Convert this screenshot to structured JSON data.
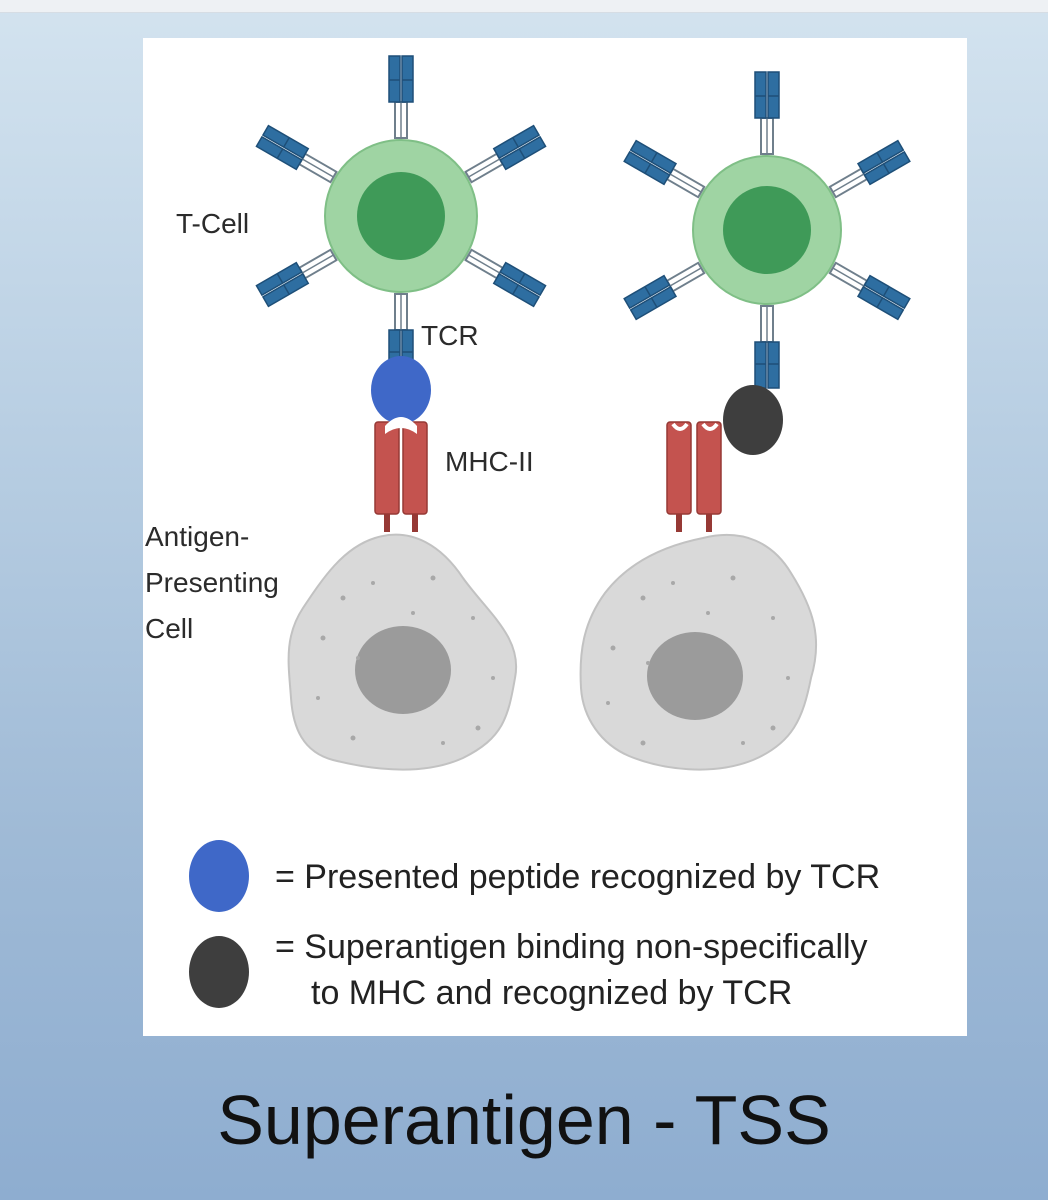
{
  "diagram": {
    "labels": {
      "t_cell": "T-Cell",
      "tcr": "TCR",
      "mhc": "MHC-II",
      "apc": [
        "Antigen-",
        "Presenting",
        "Cell"
      ]
    },
    "legend": [
      {
        "symbol": "blue-oval",
        "lines": [
          "= Presented peptide recognized by TCR"
        ]
      },
      {
        "symbol": "dark-oval",
        "lines": [
          "= Superantigen binding non-specifically",
          "to MHC and recognized by TCR"
        ]
      }
    ],
    "title": "Superantigen - TSS"
  },
  "colors": {
    "t_cell_outer": "#9fd4a3",
    "t_cell_inner": "#3f9a58",
    "receptor": "#2e6ea1",
    "mhc": "#c4534f",
    "peptide": "#3f68c8",
    "superantigen": "#3e3e3e",
    "apc_body": "#d9d9d9",
    "apc_nucleus": "#9b9b9b"
  }
}
